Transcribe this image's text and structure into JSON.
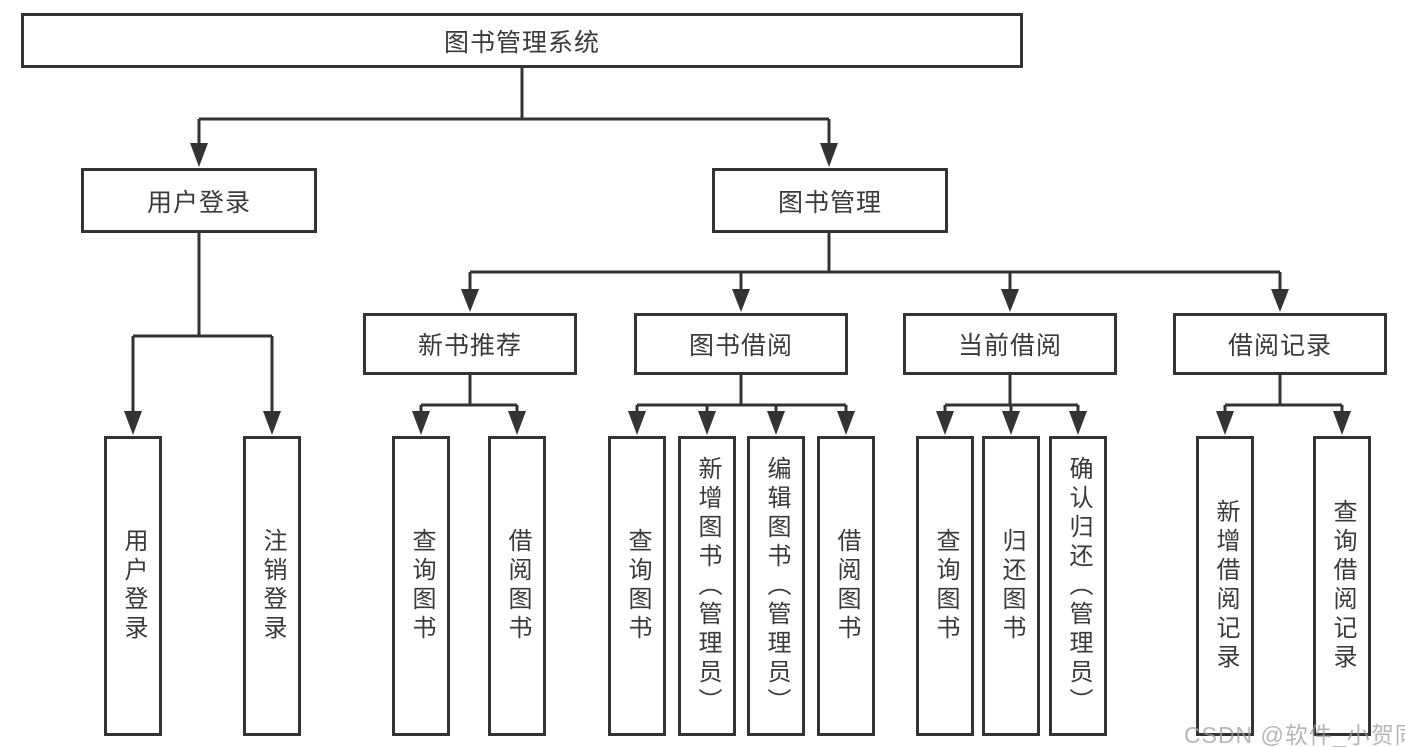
{
  "diagram": {
    "title": "图书管理系统",
    "watermark": "CSDN @软件_小贺同学",
    "colors": {
      "line": "#333333",
      "box_border": "#333333",
      "text": "#3a3a3a",
      "watermark": "#9e9e9e",
      "background": "#ffffff"
    },
    "nodes": {
      "root": {
        "label": "图书管理系统"
      },
      "user_login": {
        "label": "用户登录"
      },
      "book_mgmt": {
        "label": "图书管理"
      },
      "new_books": {
        "label": "新书推荐"
      },
      "book_borrow": {
        "label": "图书借阅"
      },
      "current_borrow": {
        "label": "当前借阅"
      },
      "borrow_records": {
        "label": "借阅记录"
      },
      "login": {
        "label": "用户登录"
      },
      "logout": {
        "label": "注销登录"
      },
      "nb_query": {
        "label": "查询图书"
      },
      "nb_borrow": {
        "label": "借阅图书"
      },
      "bb_query": {
        "label": "查询图书"
      },
      "bb_add": {
        "label": "新增图书（管理员）"
      },
      "bb_edit": {
        "label": "编辑图书（管理员）"
      },
      "bb_borrow": {
        "label": "借阅图书"
      },
      "cb_query": {
        "label": "查询图书"
      },
      "cb_return": {
        "label": "归还图书"
      },
      "cb_confirm": {
        "label": "确认归还（管理员）"
      },
      "br_add": {
        "label": "新增借阅记录"
      },
      "br_query": {
        "label": "查询借阅记录"
      }
    },
    "edges": [
      [
        "root",
        "user_login"
      ],
      [
        "root",
        "book_mgmt"
      ],
      [
        "user_login",
        "login"
      ],
      [
        "user_login",
        "logout"
      ],
      [
        "book_mgmt",
        "new_books"
      ],
      [
        "book_mgmt",
        "book_borrow"
      ],
      [
        "book_mgmt",
        "current_borrow"
      ],
      [
        "book_mgmt",
        "borrow_records"
      ],
      [
        "new_books",
        "nb_query"
      ],
      [
        "new_books",
        "nb_borrow"
      ],
      [
        "book_borrow",
        "bb_query"
      ],
      [
        "book_borrow",
        "bb_add"
      ],
      [
        "book_borrow",
        "bb_edit"
      ],
      [
        "book_borrow",
        "bb_borrow"
      ],
      [
        "current_borrow",
        "cb_query"
      ],
      [
        "current_borrow",
        "cb_return"
      ],
      [
        "current_borrow",
        "cb_confirm"
      ],
      [
        "borrow_records",
        "br_add"
      ],
      [
        "borrow_records",
        "br_query"
      ]
    ]
  }
}
